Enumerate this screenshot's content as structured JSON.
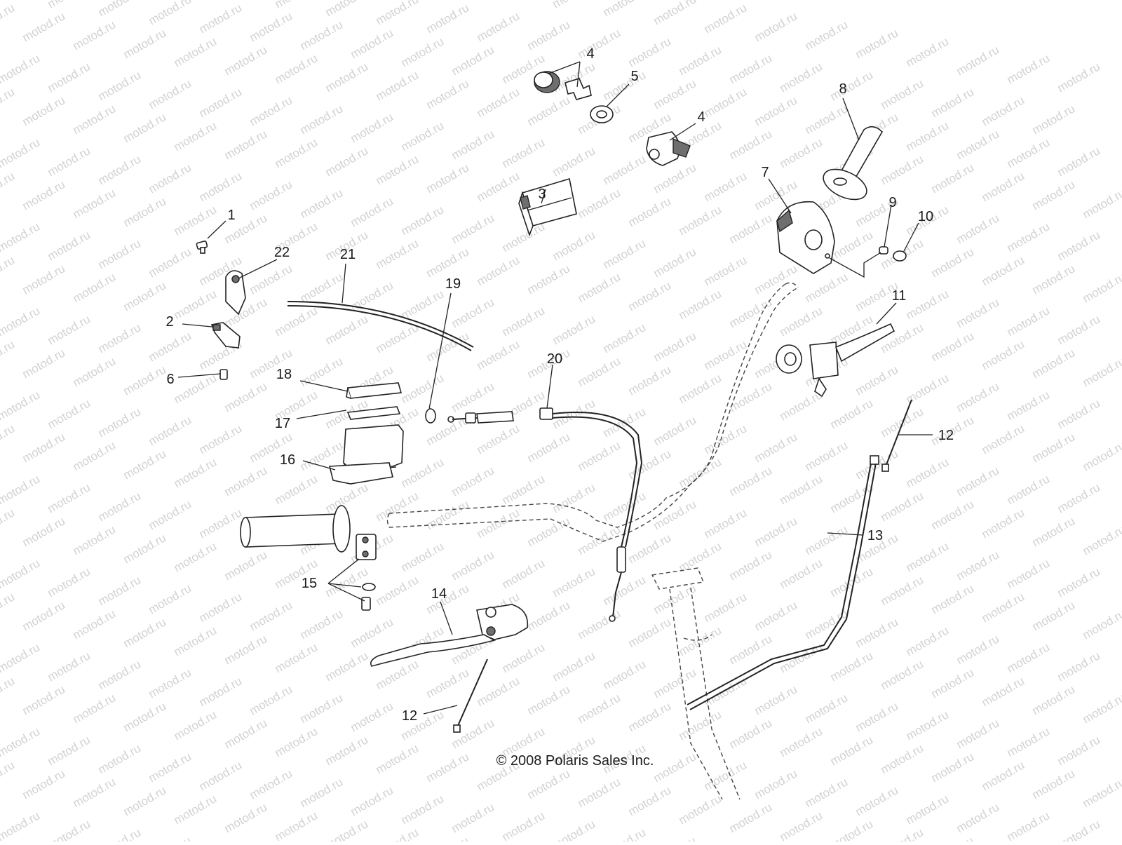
{
  "watermark": {
    "text": "motod.ru"
  },
  "copyright": "© 2008 Polaris Sales Inc.",
  "callouts": {
    "c1": "1",
    "c2": "2",
    "c3": "3",
    "c4a": "4",
    "c4b": "4",
    "c5": "5",
    "c6": "6",
    "c7": "7",
    "c8": "8",
    "c9": "9",
    "c10": "10",
    "c11": "11",
    "c12a": "12",
    "c12b": "12",
    "c13": "13",
    "c14": "14",
    "c15": "15",
    "c16": "16",
    "c17": "17",
    "c18": "18",
    "c19": "19",
    "c20": "20",
    "c21": "21",
    "c22": "22"
  },
  "colors": {
    "line": "#222222",
    "watermark": "#d2d2d2",
    "background": "#ffffff"
  }
}
